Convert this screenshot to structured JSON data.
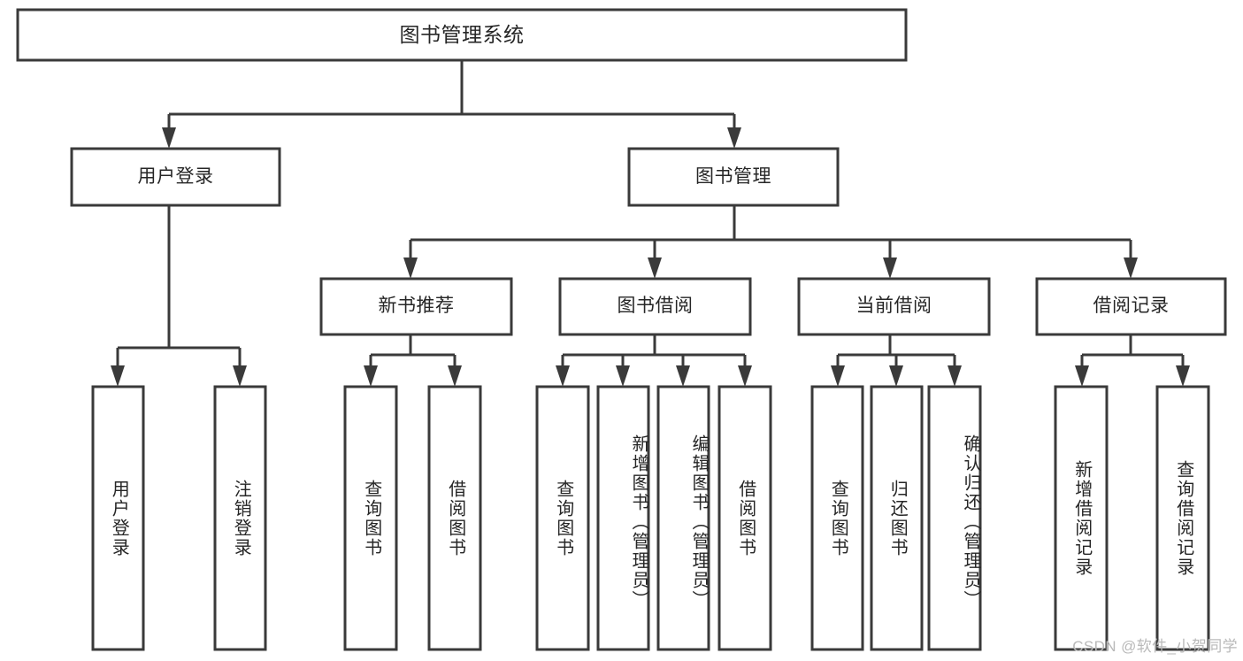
{
  "diagram": {
    "type": "tree",
    "title": "图书管理系统",
    "watermark": "CSDN @软件_小贺同学",
    "colors": {
      "stroke": "#3a3a3a",
      "fill": "#ffffff",
      "text": "#262626",
      "watermark": "#b9b9b9",
      "background": "#ffffff"
    },
    "levels": [
      {
        "level": 1,
        "nodes": [
          {
            "id": "root",
            "label": "图书管理系统",
            "orientation": "horizontal"
          }
        ]
      },
      {
        "level": 2,
        "nodes": [
          {
            "id": "login",
            "label": "用户登录",
            "orientation": "horizontal",
            "parent": "root"
          },
          {
            "id": "bookmgmt",
            "label": "图书管理",
            "orientation": "horizontal",
            "parent": "root"
          }
        ]
      },
      {
        "level": 3,
        "nodes": [
          {
            "id": "newbook",
            "label": "新书推荐",
            "orientation": "horizontal",
            "parent": "bookmgmt"
          },
          {
            "id": "borrow",
            "label": "图书借阅",
            "orientation": "horizontal",
            "parent": "bookmgmt"
          },
          {
            "id": "current",
            "label": "当前借阅",
            "orientation": "horizontal",
            "parent": "bookmgmt"
          },
          {
            "id": "records",
            "label": "借阅记录",
            "orientation": "horizontal",
            "parent": "bookmgmt"
          }
        ]
      },
      {
        "level": 4,
        "nodes": [
          {
            "id": "leaf-login-1",
            "label": "用户登录",
            "orientation": "vertical",
            "parent": "login"
          },
          {
            "id": "leaf-login-2",
            "label": "注销登录",
            "orientation": "vertical",
            "parent": "login"
          },
          {
            "id": "leaf-newbook-1",
            "label": "查询图书",
            "orientation": "vertical",
            "parent": "newbook"
          },
          {
            "id": "leaf-newbook-2",
            "label": "借阅图书",
            "orientation": "vertical",
            "parent": "newbook"
          },
          {
            "id": "leaf-borrow-1",
            "label": "查询图书",
            "orientation": "vertical",
            "parent": "borrow"
          },
          {
            "id": "leaf-borrow-2",
            "label": "新增图书（管理员）",
            "orientation": "vertical",
            "parent": "borrow"
          },
          {
            "id": "leaf-borrow-3",
            "label": "编辑图书（管理员）",
            "orientation": "vertical",
            "parent": "borrow"
          },
          {
            "id": "leaf-borrow-4",
            "label": "借阅图书",
            "orientation": "vertical",
            "parent": "borrow"
          },
          {
            "id": "leaf-current-1",
            "label": "查询图书",
            "orientation": "vertical",
            "parent": "current"
          },
          {
            "id": "leaf-current-2",
            "label": "归还图书",
            "orientation": "vertical",
            "parent": "current"
          },
          {
            "id": "leaf-current-3",
            "label": "确认归还（管理员）",
            "orientation": "vertical",
            "parent": "current"
          },
          {
            "id": "leaf-records-1",
            "label": "新增借阅记录",
            "orientation": "vertical",
            "parent": "records"
          },
          {
            "id": "leaf-records-2",
            "label": "查询借阅记录",
            "orientation": "vertical",
            "parent": "records"
          }
        ]
      }
    ]
  }
}
